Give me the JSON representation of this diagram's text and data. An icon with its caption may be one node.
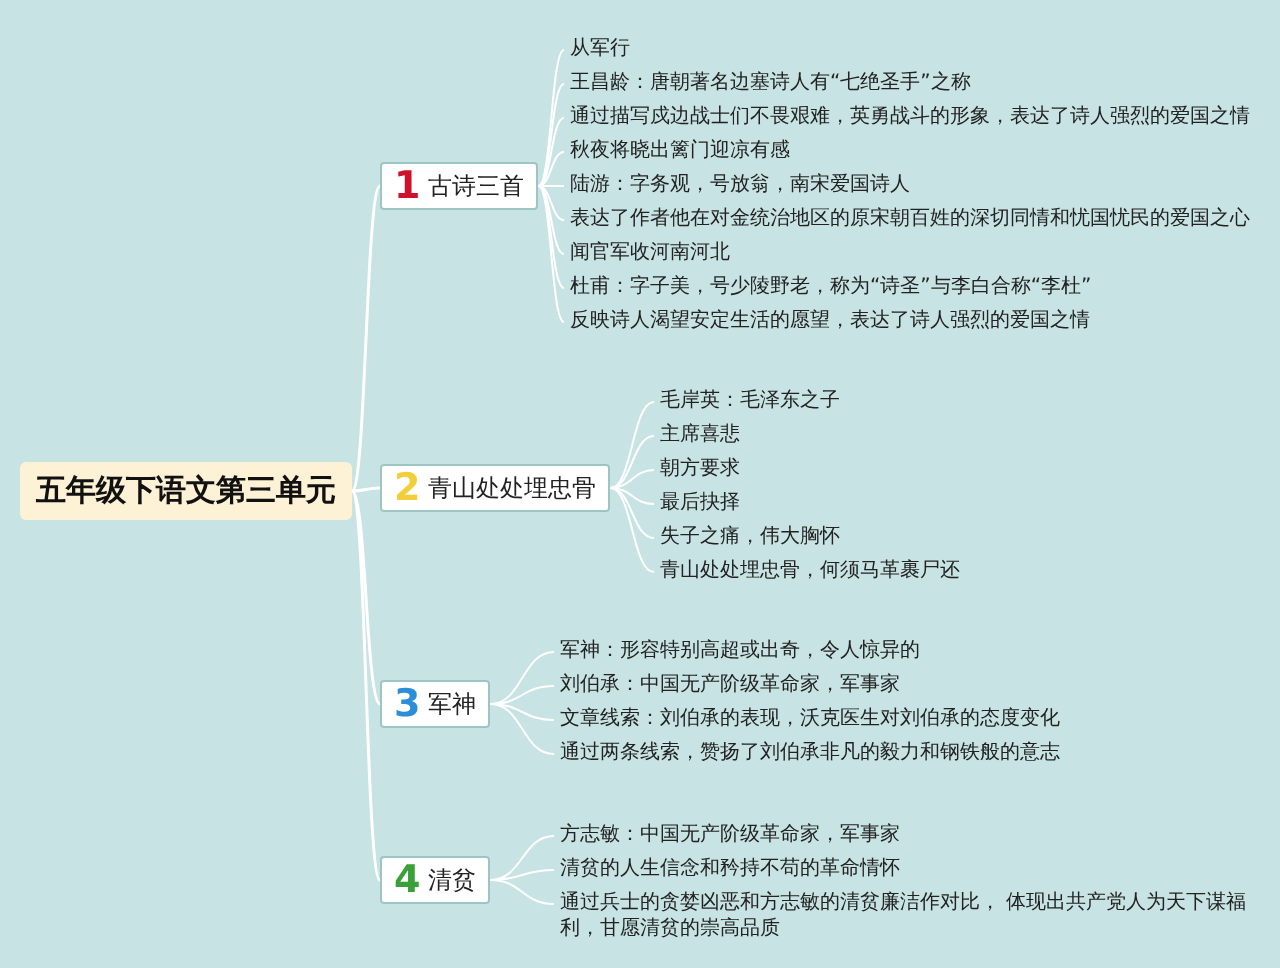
{
  "diagram": {
    "nodes": [
      {
        "text": [
          "五年级下语文第三单元"
        ]
      },
      {
        "text": [
          "1",
          "古诗三首"
        ]
      },
      {
        "text": [
          "从军行"
        ]
      },
      {
        "text": [
          "王昌龄：唐朝著名边塞诗人有“七绝圣手”之称"
        ]
      },
      {
        "text": [
          "通过描写戍边战士们不畏艰难，英勇战斗的形象，表达了诗人强烈的爱国之情"
        ]
      },
      {
        "text": [
          "秋夜将晓出篱门迎凉有感"
        ]
      },
      {
        "text": [
          "陆游：字务观，号放翁，南宋爱国诗人"
        ]
      },
      {
        "text": [
          "表达了作者他在对金统治地区的原宋朝百姓的深切同情和忧国忧民的爱国之心"
        ]
      },
      {
        "text": [
          "闻官军收河南河北"
        ]
      },
      {
        "text": [
          "杜甫：字子美，号少陵野老，称为“诗圣”与李白合称“李杜”"
        ]
      },
      {
        "text": [
          "反映诗人渴望安定生活的愿望，表达了诗人强烈的爱国之情"
        ]
      },
      {
        "text": [
          "2",
          "青山处处埋忠骨"
        ]
      },
      {
        "text": [
          "毛岸英：毛泽东之子"
        ]
      },
      {
        "text": [
          "主席喜悲"
        ]
      },
      {
        "text": [
          "朝方要求"
        ]
      },
      {
        "text": [
          "最后抉择"
        ]
      },
      {
        "text": [
          "失子之痛，伟大胸怀"
        ]
      },
      {
        "text": [
          "青山处处埋忠骨，何须马革裹尸还"
        ]
      },
      {
        "text": [
          "3",
          "军神"
        ]
      },
      {
        "text": [
          "军神：形容特别高超或出奇，令人惊异的"
        ]
      },
      {
        "text": [
          "刘伯承：中国无产阶级革命家，军事家"
        ]
      },
      {
        "text": [
          "文章线索：刘伯承的表现，沃克医生对刘伯承的态度变化"
        ]
      },
      {
        "text": [
          "通过两条线索，赞扬了刘伯承非凡的毅力和钢铁般的意志"
        ]
      },
      {
        "text": [
          "4",
          "清贫"
        ]
      },
      {
        "text": [
          "方志敏：中国无产阶级革命家，军事家"
        ]
      },
      {
        "text": [
          "清贫的人生信念和矜持不苟的革命情怀"
        ]
      },
      {
        "text": [
          "通过兵士的贪婪凶恶和方志敏的清贫廉洁作对比， 体现出共产党人为天下谋福利，甘愿清贫的崇高品质"
        ]
      }
    ],
    "edges": [
      {
        "from": 0,
        "to": 1,
        "arrow": "none"
      },
      {
        "from": 1,
        "to": 2,
        "arrow": "none"
      },
      {
        "from": 1,
        "to": 3,
        "arrow": "none"
      },
      {
        "from": 1,
        "to": 4,
        "arrow": "none"
      },
      {
        "from": 1,
        "to": 5,
        "arrow": "none"
      },
      {
        "from": 1,
        "to": 6,
        "arrow": "none"
      },
      {
        "from": 1,
        "to": 7,
        "arrow": "none"
      },
      {
        "from": 1,
        "to": 8,
        "arrow": "none"
      },
      {
        "from": 1,
        "to": 9,
        "arrow": "none"
      },
      {
        "from": 1,
        "to": 10,
        "arrow": "none"
      },
      {
        "from": 0,
        "to": 11,
        "arrow": "none"
      },
      {
        "from": 11,
        "to": 12,
        "arrow": "none"
      },
      {
        "from": 11,
        "to": 13,
        "arrow": "none"
      },
      {
        "from": 11,
        "to": 14,
        "arrow": "none"
      },
      {
        "from": 11,
        "to": 15,
        "arrow": "none"
      },
      {
        "from": 11,
        "to": 16,
        "arrow": "none"
      },
      {
        "from": 11,
        "to": 17,
        "arrow": "none"
      },
      {
        "from": 0,
        "to": 18,
        "arrow": "none"
      },
      {
        "from": 18,
        "to": 19,
        "arrow": "none"
      },
      {
        "from": 18,
        "to": 20,
        "arrow": "none"
      },
      {
        "from": 18,
        "to": 21,
        "arrow": "none"
      },
      {
        "from": 18,
        "to": 22,
        "arrow": "none"
      },
      {
        "from": 0,
        "to": 23,
        "arrow": "none"
      },
      {
        "from": 23,
        "to": 24,
        "arrow": "none"
      },
      {
        "from": 23,
        "to": 25,
        "arrow": "none"
      },
      {
        "from": 23,
        "to": 26,
        "arrow": "none"
      }
    ]
  }
}
